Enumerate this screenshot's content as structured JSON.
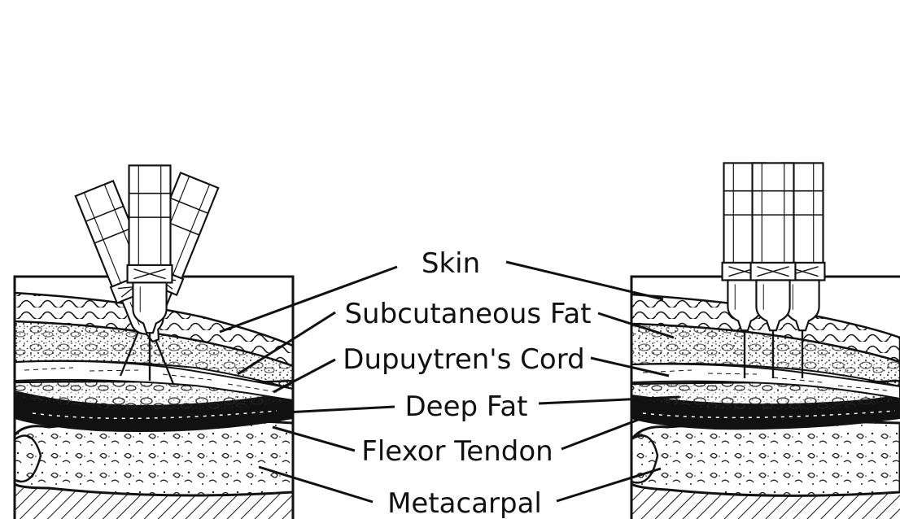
{
  "labels": {
    "skin": "Skin",
    "subcutaneous_fat": "Subcutaneous Fat",
    "dupuytrens_cord": "Dupuytren's Cord",
    "deep_fat": "Deep Fat",
    "flexor_tendon": "Flexor Tendon",
    "metacarpal": "Metacarpal"
  },
  "panels": {
    "left": "fanned-needle-insertion",
    "right": "parallel-needle-insertion"
  },
  "colors": {
    "ink": "#111111",
    "paper": "#ffffff"
  }
}
